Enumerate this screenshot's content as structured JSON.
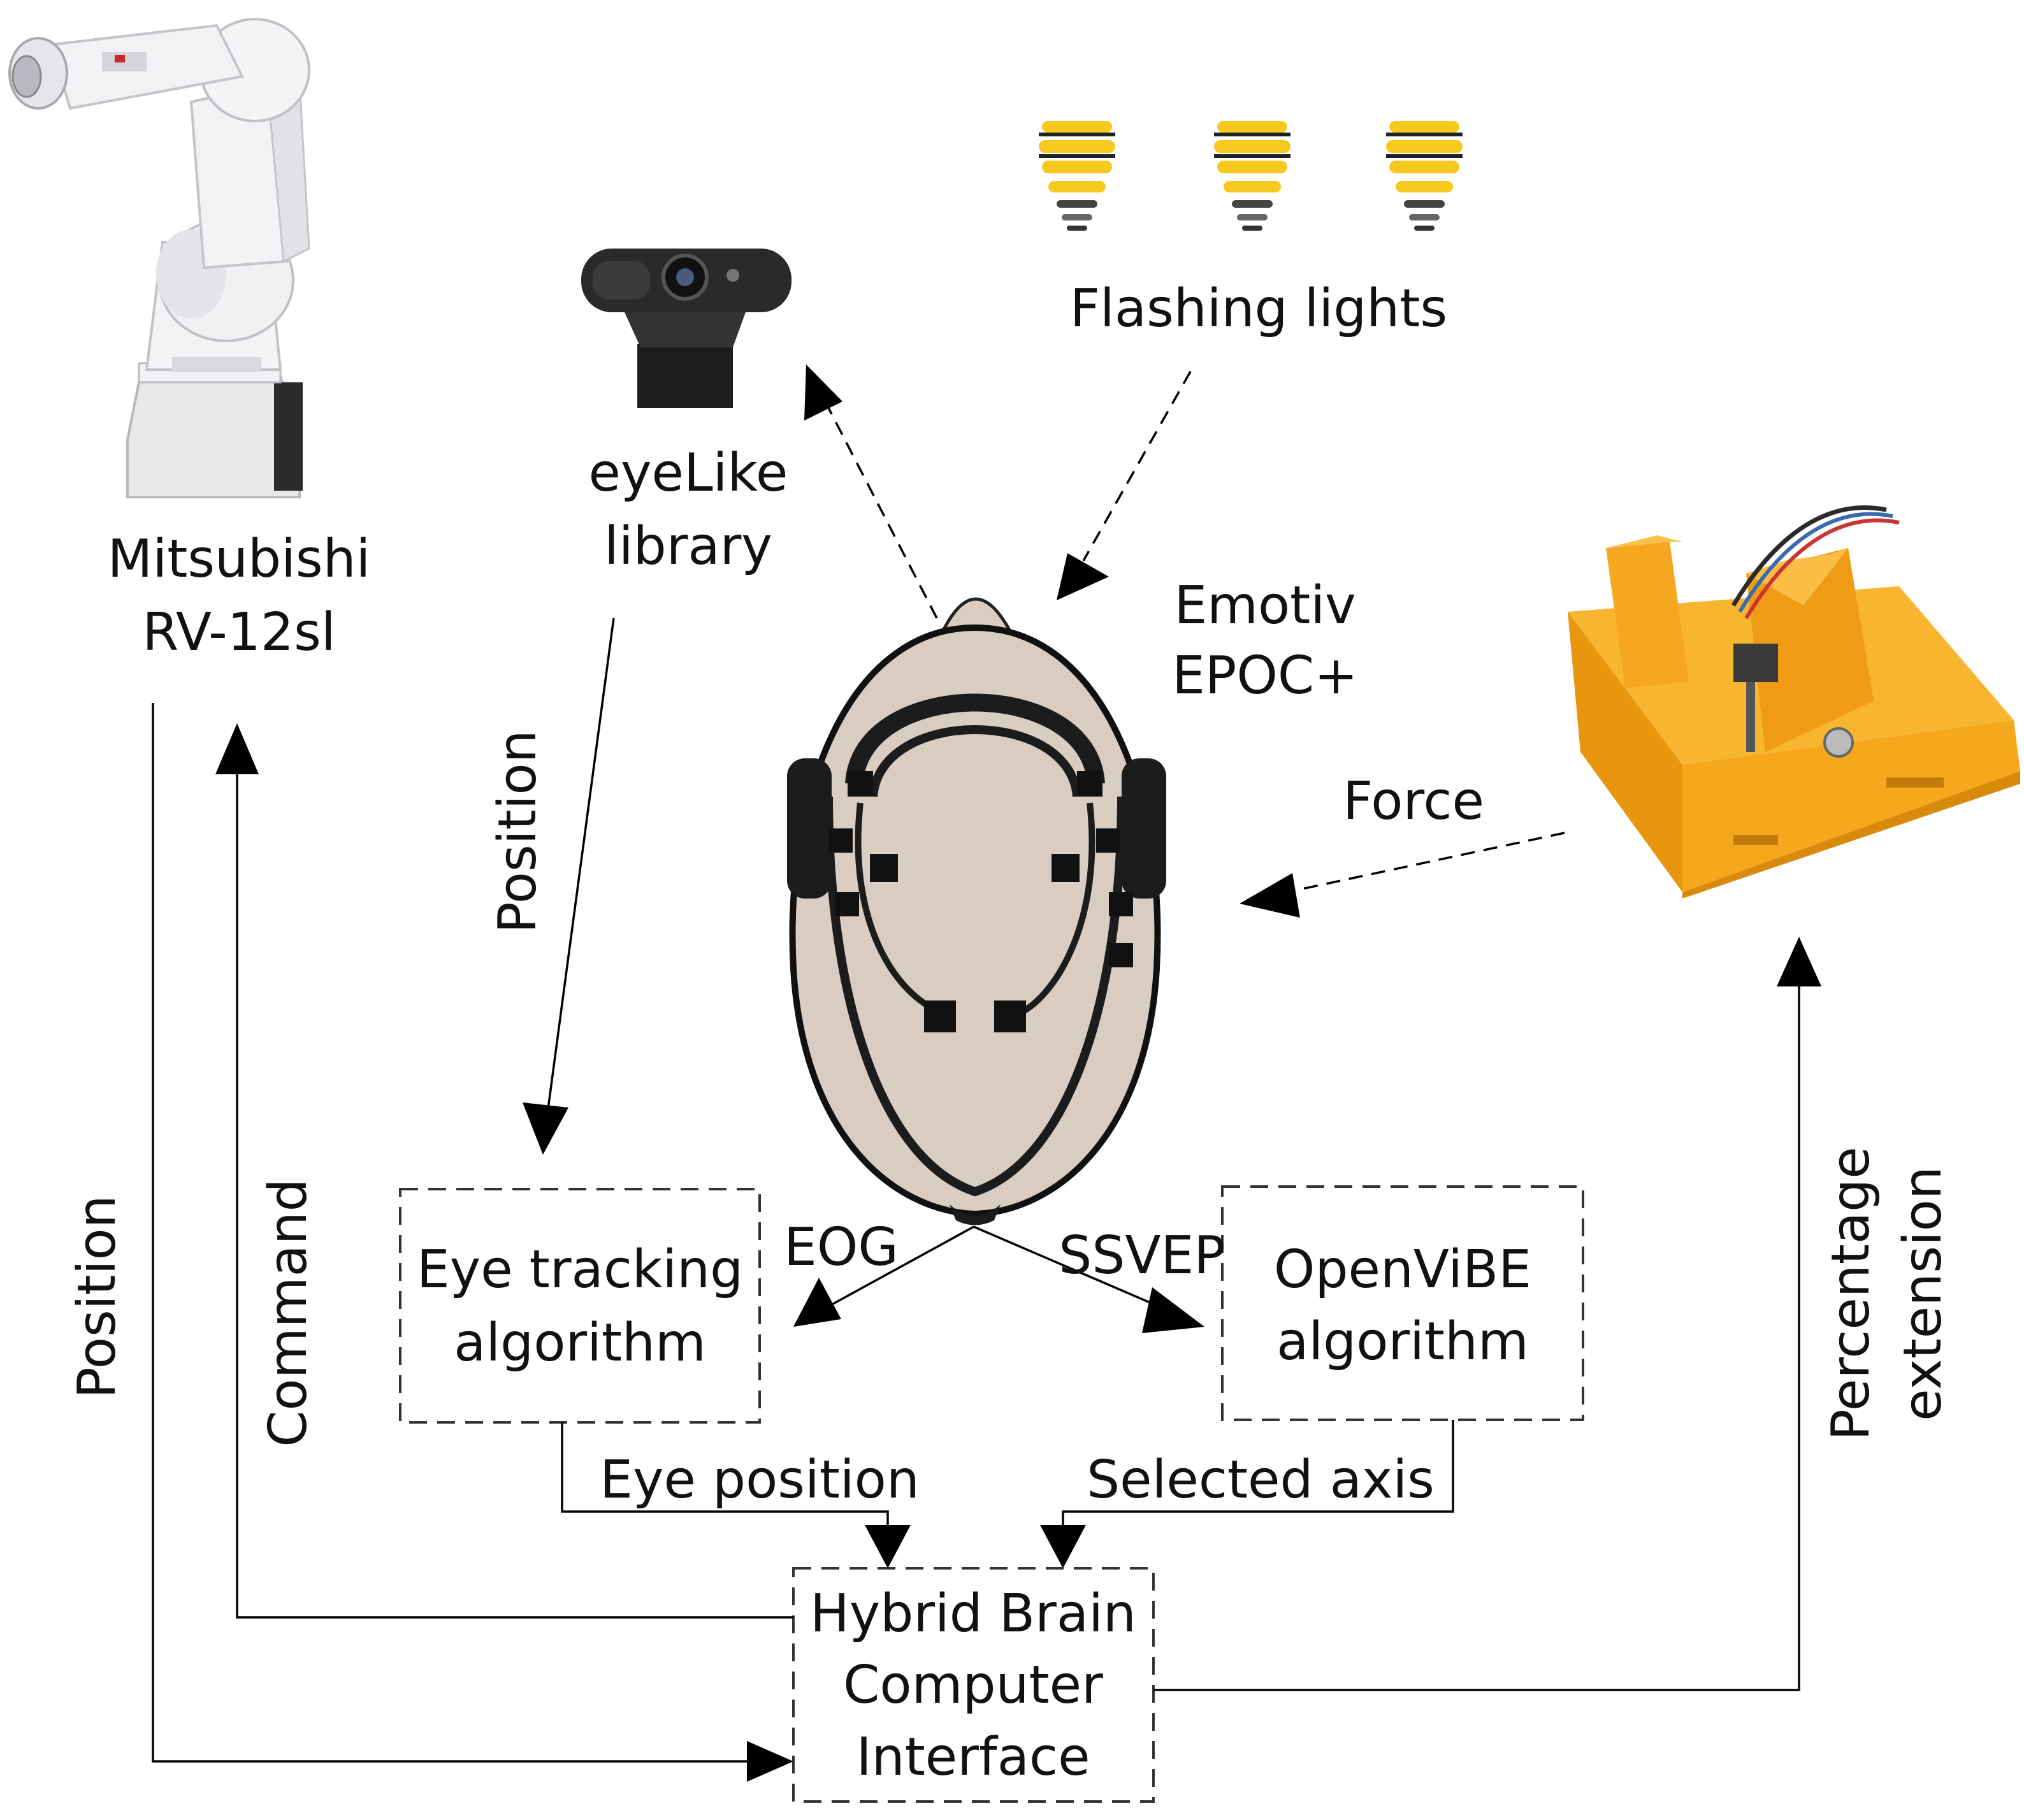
{
  "nodes": {
    "robot": {
      "line1": "Mitsubishi",
      "line2": "RV-12sl"
    },
    "webcam_lib": {
      "line1": "eyeLike",
      "line2": "library"
    },
    "lights": {
      "label": "Flashing lights"
    },
    "headset": {
      "line1": "Emotiv",
      "line2": "EPOC+"
    },
    "eye_tracking": {
      "line1": "Eye tracking",
      "line2": "algorithm"
    },
    "openvibe": {
      "line1": "OpenViBE",
      "line2": "algorithm"
    },
    "hbci": {
      "line1": "Hybrid Brain",
      "line2": "Computer",
      "line3": "Interface"
    }
  },
  "edges": {
    "robot_position": "Position",
    "robot_command": "Command",
    "eyelike_position": "Position",
    "force": "Force",
    "eog": "EOG",
    "ssvep": "SSVEP",
    "eye_position": "Eye position",
    "selected_axis": "Selected axis",
    "percentage_line1": "Percentage",
    "percentage_line2": "extension"
  },
  "colors": {
    "robot_body": "#eeeef0",
    "actuator": "#f5a81c",
    "light_yellow": "#f7c81e",
    "headset_shell": "#d9cdc2",
    "headset_band": "#1c1c1c"
  }
}
